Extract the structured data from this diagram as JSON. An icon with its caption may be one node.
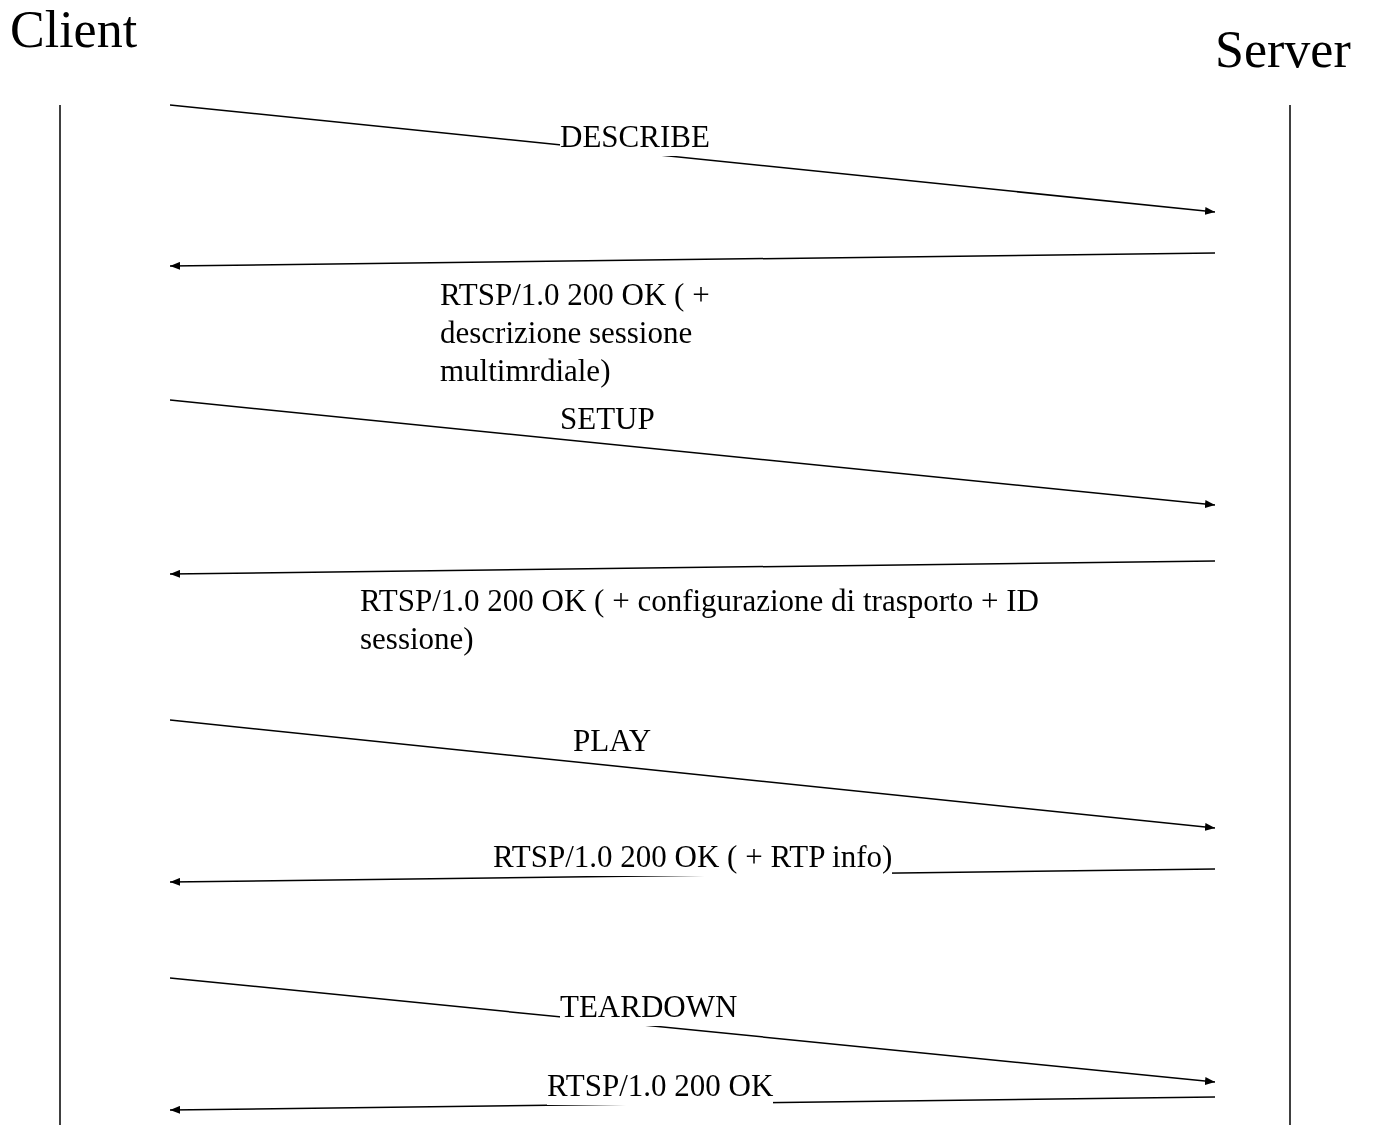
{
  "diagram": {
    "nodes": [
      {
        "text": [
          "Client"
        ]
      },
      {
        "text": [
          "Server"
        ]
      }
    ],
    "edges": [
      {
        "from": 0,
        "to": 1,
        "arrow": "to",
        "label": "DESCRIBE"
      },
      {
        "from": 1,
        "to": 0,
        "arrow": "to",
        "label": "RTSP/1.0 200 OK ( + descrizione sessione multimrdiale)"
      },
      {
        "from": 0,
        "to": 1,
        "arrow": "to",
        "label": "SETUP"
      },
      {
        "from": 1,
        "to": 0,
        "arrow": "to",
        "label": "RTSP/1.0 200 OK ( + configurazione di trasporto + ID sessione)"
      },
      {
        "from": 0,
        "to": 1,
        "arrow": "to",
        "label": "PLAY"
      },
      {
        "from": 1,
        "to": 0,
        "arrow": "to",
        "label": "RTSP/1.0 200 OK ( + RTP info)"
      },
      {
        "from": 0,
        "to": 1,
        "arrow": "to",
        "label": "TEARDOWN"
      },
      {
        "from": 1,
        "to": 0,
        "arrow": "to",
        "label": "RTSP/1.0 200 OK"
      }
    ]
  }
}
